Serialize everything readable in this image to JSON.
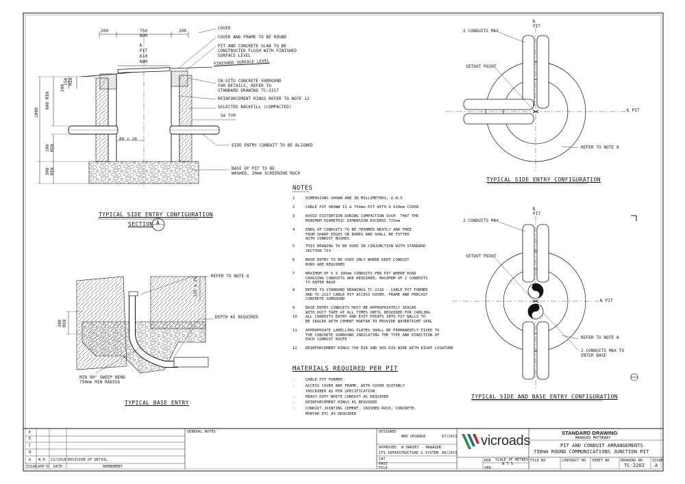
{
  "drawing": {
    "section_title": "TYPICAL SIDE ENTRY CONFIGURATION",
    "section_label": "SECTION",
    "section_marker": "A",
    "base_title": "TYPICAL BASE ENTRY",
    "plan_side_title": "TYPICAL SIDE ENTRY CONFIGURATION",
    "plan_side_base_title": "TYPICAL SIDE AND BASE ENTRY CONFIGURATION"
  },
  "section_labels": {
    "cover": "COVER",
    "frame": "COVER AND FRAME TO BE ROUND",
    "slab": "PIT AND CONCRETE SLAB TO BE\nCONSTRUCTED FLUSH WITH FINISHED\nSURFACE LEVEL",
    "finished_surface": "FINISHED SURFACE LEVEL",
    "surround": "IN-SITU CONCRETE SURROUND\nFOR DETAILS, REFER TO\nSTANDARD DRAWING TC-2217",
    "rings": "REINFORCEMENT RINGS REFER TO NOTE 12",
    "backfill": "SELECTED BACKFILL (COMPACTED)",
    "typ": "50 TYP",
    "side_conduit": "SIDE ENTRY CONDUIT TO BE ALIGNED",
    "base": "BASE OF PIT TO BE\nWASHED, 20mm SCREENING ROCK",
    "cl": "℄\nPIT\n610\nNOM",
    "dim_200a": "200",
    "dim_750": "750\nNOM",
    "dim_200b": "200",
    "dim_1000": "1000",
    "dim_600": "600 MIN",
    "dim_200v": "200",
    "dim_150": "150\nMIN",
    "dim_100": "100\nMIN",
    "dim_300": "300\nMIN",
    "dim_80": "80 ± 20"
  },
  "base_labels": {
    "refer6": "REFER TO NOTE 6",
    "dim_125": "125 ± 25",
    "depth": "DEPTH AS REQUIRED",
    "dim_300": "300\nMIN",
    "bend": "MIN 90° SWEEP BEND\n750mm MIN RADIUS"
  },
  "plan_labels": {
    "cl_pit": "℄\nPIT",
    "conduits_max": "2 CONDUITS MAX",
    "setout": "SETOUT POINT",
    "cl_right": "℄ PIT",
    "refer8": "REFER TO NOTE 8",
    "conduits_base": "2 CONDUITS MAX TO\nENTER BASE"
  },
  "notes": {
    "heading": "NOTES",
    "items": [
      {
        "n": "1",
        "text": "DIMENSIONS SHOWN ARE IN MILLIMETERS, U.N.O"
      },
      {
        "n": "2",
        "text": "CABLE PIT SHOWN IS A 750mm PIT WITH A 610mm COVER"
      },
      {
        "n": "3",
        "text": "AVOID DISTORTION DURING COMPACTION SUCH  THAT THE\nMINIMUM DIAMETRIC DIMENSION EXCEEDS 725mm"
      },
      {
        "n": "4",
        "text": "ENDS OF CONDUITS TO BE TRIMMED NEATLY AND FREE\nFROM SHARP EDGES OR BURRS AND SHALL BE FITTED\nWITH CONDUIT BUSHES"
      },
      {
        "n": "5",
        "text": "THIS DRAWING TO BE USED IN CONJUNCTION WITH STANDARD\nSECTION 733"
      },
      {
        "n": "6",
        "text": "BASE ENTRY TO BE USED ONLY WHERE DEEP CONDUIT\nRUNS ARE REQUIRED"
      },
      {
        "n": "7",
        "text": "MAXIMUM OF 6 X 100mm CONDUITS PER PIT WHERE ROAD\nCROSSING CONDUITS ARE REQUIRED, MAXIMUM OF 2 CONDUITS\nTO ENTER BASE"
      },
      {
        "n": "8",
        "text": "REFER TO STANDARD DRAWINGS TC-2216 - CABLE PIT FORMER\nAND TC-2217 CABLE PIT ACCESS COVER, FRAME AND PRECAST\nCONCRETE SURROUND"
      },
      {
        "n": "9",
        "text": "BASE ENTRY CONDUITS MUST BE APPROPRIATELY SEALED\nWITH DUCT TAPE AT ALL TIMES UNTIL REQUIRED FOR CABLING"
      },
      {
        "n": "10",
        "text": "ALL CONDUITS ENTRY AND EXIT POINTS INTO PIT WALLS TO\nBE SEALED WITH CEMENT MORTAR TO PROVIDE WATERTIGHT SEAL"
      },
      {
        "n": "11",
        "text": "APPROPRIATE LABELLING PLATES SHALL BE PERMANENTLY FIXED TO\nTHE CONCRETE SURROUND INDICATING THE TYPE AND DIRECTION OF\nEACH CONDUIT ROUTE"
      },
      {
        "n": "12",
        "text": "REINFORCEMENT RINGS 750 DIA AND 900 DIA WIRE WITH EIGHT LIGATURE"
      }
    ]
  },
  "materials": {
    "heading": "MATERIALS REQUIRED PER PIT",
    "items": [
      "CABLE PIT FORMER",
      "ACCESS COVER AND FRAME, WITH COVER SUITABLY\nINSCRIBED AS PER SPECIFICATION",
      "HEAVY DUTY WHITE CONDUIT AS REQUIRED",
      "REINFORCEMENT RINGS AS REQUIRED",
      "CONDUIT JOINTING CEMENT, CRUSHED ROCK, CONCRETE,\nMORTAR ETC AS REQUIRED"
    ]
  },
  "title_block": {
    "rev_letters": [
      "E",
      "D",
      "C",
      "B",
      "A"
    ],
    "rev_a": {
      "by": "W.H.",
      "date": "12/2018",
      "text": "REVISION OF DETAIL"
    },
    "headers": {
      "issue": "ISSUE",
      "appd": "APP'D",
      "date": "DATE",
      "amendment": "AMENDMENT"
    },
    "general_notes": "GENERAL NOTES",
    "designed_label": "DESIGNED",
    "designed_value": "MBO UPGRADE",
    "designed_date": "07/2015",
    "approved_label": "APPROVED",
    "approved_value": "W HARVEY - MANAGER",
    "approved_value2": "ITS INFRASTRUCTURE & SYSTEM",
    "approved_date": "08/2015",
    "cat": "CAT",
    "proj": "PROJ",
    "file": "FILE",
    "logo": "vicroads",
    "hor": "HOR",
    "ver": "VER",
    "scale_label": "SCALE OF METRES",
    "scale_value": "N T S",
    "std_title": "STANDARD DRAWING",
    "std_sub": "MANAGED MOTORWAY",
    "title1": "PIT AND CONDUIT ARRANGEMENTS",
    "title2": "750mm ROUND COMMUNICATIONS JUNCTION PIT",
    "file_no": "FILE NO",
    "contract_no": "CONTRACT NO",
    "sheet_no": "SHEET NO",
    "drawing_no_label": "DRAWING NO",
    "drawing_no": "TC-2202",
    "issue_label": "ISSUE",
    "issue": "A"
  },
  "colors": {
    "line": "#111111",
    "logo_green": "#2e8b3d",
    "logo_red": "#c0262d",
    "logo_teal": "#1f6f78"
  }
}
